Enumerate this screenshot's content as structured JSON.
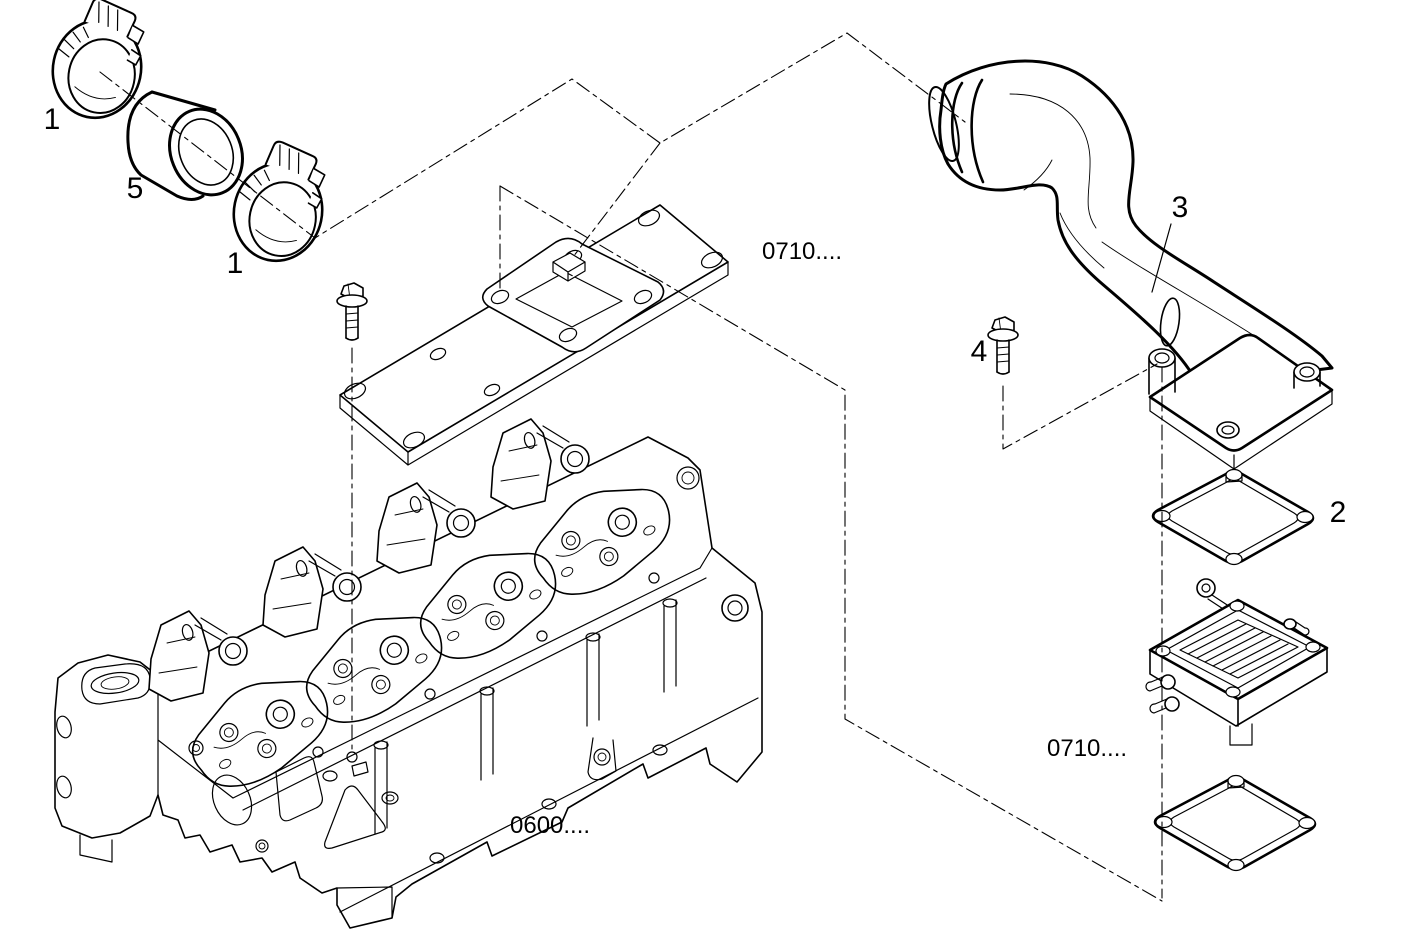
{
  "diagram": {
    "kind": "exploded-parts-line-drawing",
    "subject": "engine air intake assembly on cylinder head",
    "colors": {
      "background": "#ffffff",
      "line": "#000000"
    },
    "callouts": [
      {
        "label": "1",
        "part": "hose-clamp-upper"
      },
      {
        "label": "5",
        "part": "connecting-sleeve"
      },
      {
        "label": "1",
        "part": "hose-clamp-lower"
      },
      {
        "label": "3",
        "part": "intake-elbow-pipe"
      },
      {
        "label": "4",
        "part": "flange-bolt"
      },
      {
        "label": "2",
        "part": "flange-gasket"
      }
    ],
    "references": [
      {
        "label": "0710...."
      },
      {
        "label": "0710...."
      },
      {
        "label": "0600...."
      }
    ]
  }
}
